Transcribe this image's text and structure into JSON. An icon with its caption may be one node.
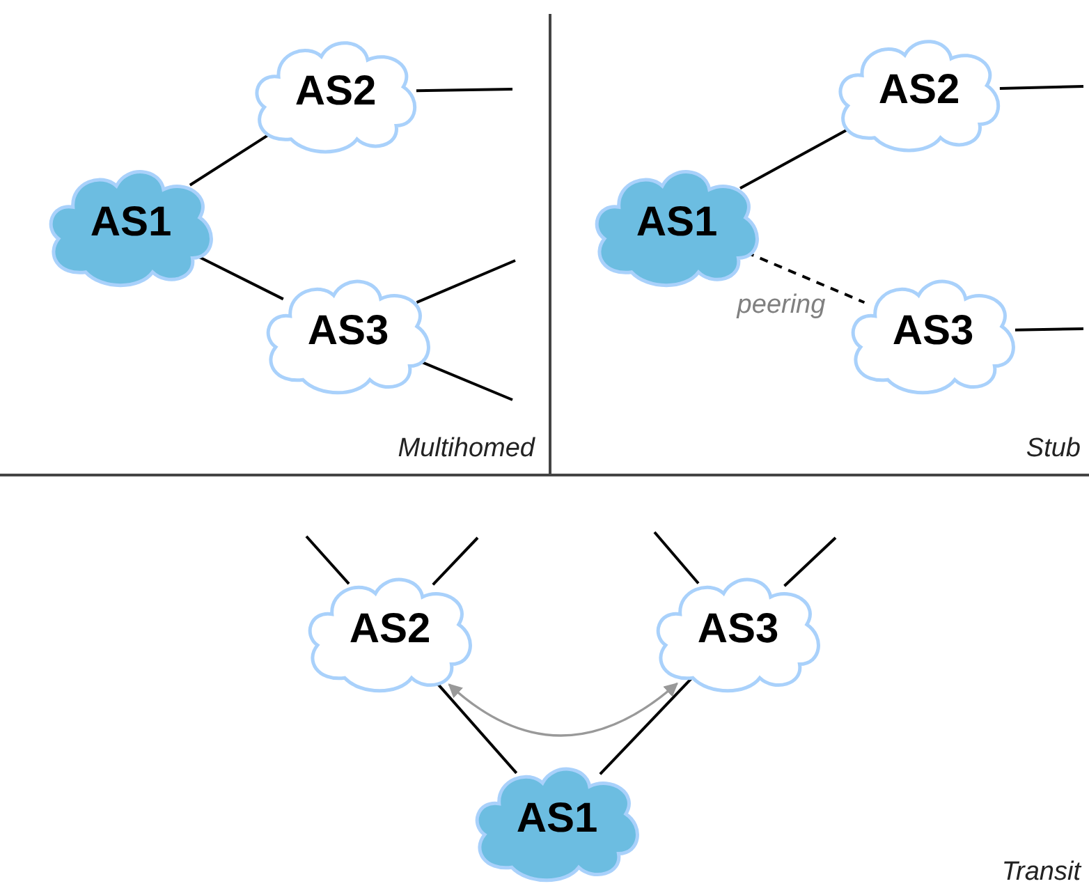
{
  "diagram": {
    "nodes": [
      {
        "text": [
          "AS1"
        ]
      },
      {
        "text": [
          "AS2"
        ]
      },
      {
        "text": [
          "AS3"
        ]
      },
      {
        "text": [
          "AS1"
        ]
      },
      {
        "text": [
          "AS2"
        ]
      },
      {
        "text": [
          "AS3"
        ]
      },
      {
        "text": [
          "AS2"
        ]
      },
      {
        "text": [
          "AS3"
        ]
      },
      {
        "text": [
          "AS1"
        ]
      }
    ],
    "edges": [
      {
        "from": 0,
        "to": 1,
        "arrow": "none"
      },
      {
        "from": 0,
        "to": 2,
        "arrow": "none"
      },
      {
        "from": 1,
        "to": null,
        "arrow": "none"
      },
      {
        "from": 2,
        "to": null,
        "arrow": "none"
      },
      {
        "from": 2,
        "to": null,
        "arrow": "none"
      },
      {
        "from": 3,
        "to": 4,
        "arrow": "none"
      },
      {
        "from": 3,
        "to": 5,
        "arrow": "none",
        "style": "dashed",
        "label": "peering"
      },
      {
        "from": 4,
        "to": null,
        "arrow": "none"
      },
      {
        "from": 5,
        "to": null,
        "arrow": "none"
      },
      {
        "from": 6,
        "to": null,
        "arrow": "none"
      },
      {
        "from": 6,
        "to": null,
        "arrow": "none"
      },
      {
        "from": 7,
        "to": null,
        "arrow": "none"
      },
      {
        "from": 7,
        "to": null,
        "arrow": "none"
      },
      {
        "from": 8,
        "to": 6,
        "arrow": "none"
      },
      {
        "from": 8,
        "to": 7,
        "arrow": "none"
      },
      {
        "from": 6,
        "to": 7,
        "arrow": "both",
        "color": "#999999"
      }
    ],
    "labels": [
      "Multihomed",
      "Stub",
      "Transit"
    ]
  }
}
